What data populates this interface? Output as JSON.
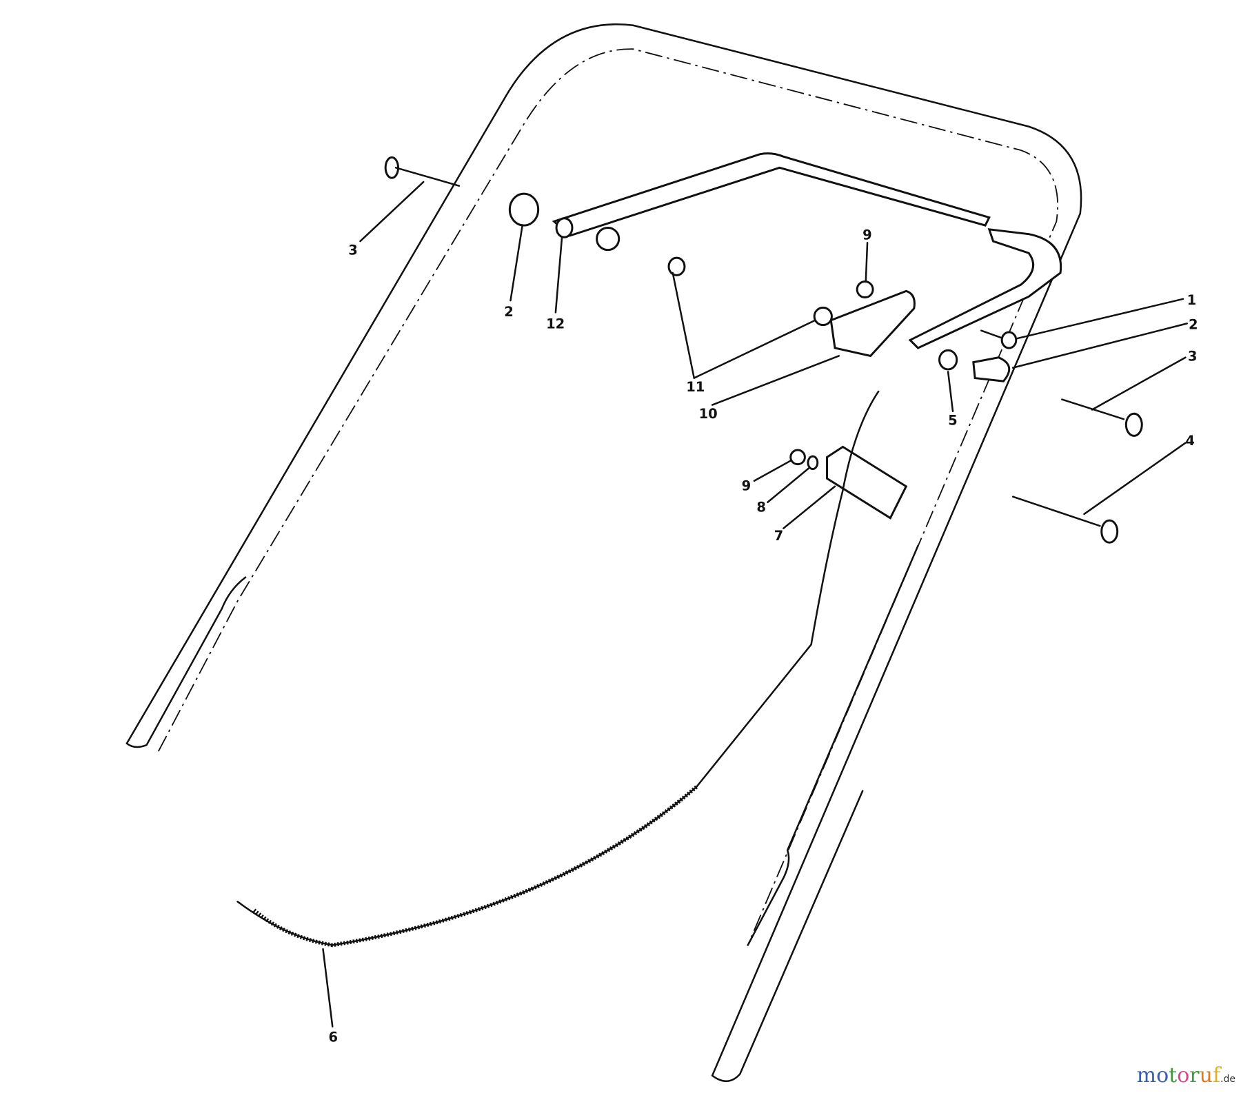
{
  "diagram": {
    "callouts": [
      "1",
      "2",
      "3",
      "4",
      "5",
      "6",
      "7",
      "8",
      "9",
      "10",
      "11",
      "12"
    ],
    "labels": {
      "bolt_left": "3",
      "spacer_left": "2",
      "bracket_left": "12",
      "nut_top": "9",
      "screw_right": "1",
      "spacer_right": "2",
      "bolt_right_upper": "3",
      "washer_pair": "11",
      "control_plate": "10",
      "bushing": "5",
      "bolt_right_lower": "4",
      "nut_lower": "9",
      "washer_lower": "8",
      "cable_clamp": "7",
      "cable": "6"
    }
  },
  "watermark": {
    "text_letters": [
      "m",
      "o",
      "t",
      "o",
      "r",
      "u",
      "f"
    ],
    "colors": [
      "#3a5ea8",
      "#3a5ea8",
      "#3d9a3d",
      "#d64a8a",
      "#3d9a3d",
      "#e07a1f",
      "#e0b21f"
    ],
    "suffix": ".de"
  }
}
